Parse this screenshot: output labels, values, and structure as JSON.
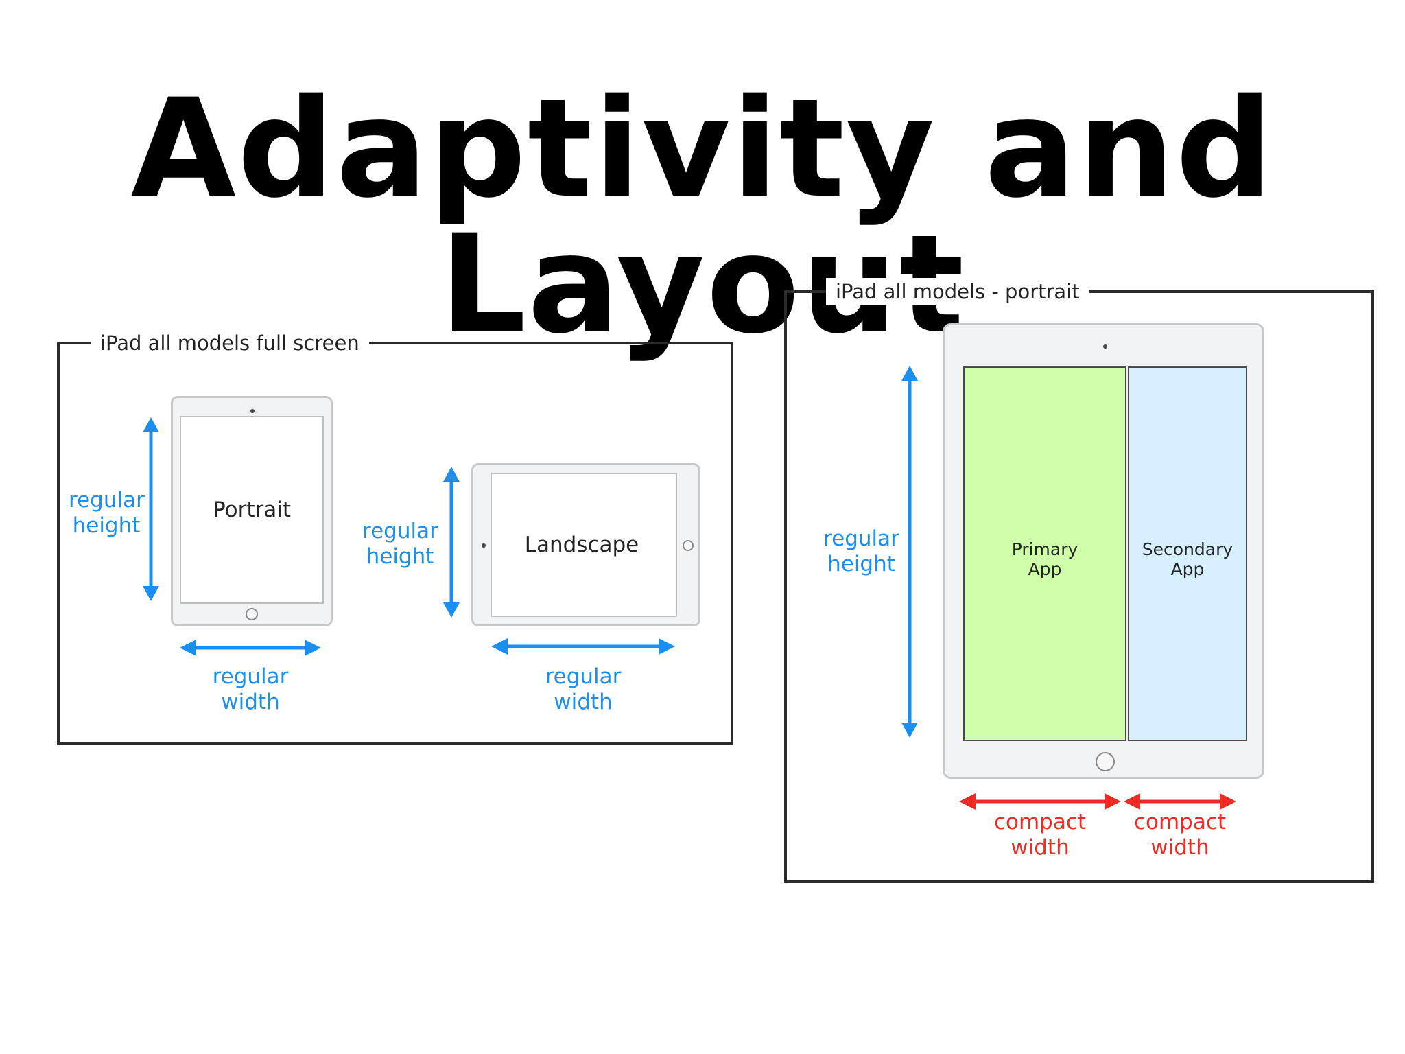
{
  "slide": {
    "title": "Adaptivity and Layout"
  },
  "colors": {
    "regular": "#1a8ff0",
    "compact": "#ee2a24",
    "primary_app_fill": "#cfffa9",
    "secondary_app_fill": "#d6f0ff"
  },
  "full_screen_panel": {
    "caption": "iPad all models full screen",
    "portrait": {
      "screen_label": "Portrait",
      "height_label_line1": "regular",
      "height_label_line2": "height",
      "width_label_line1": "regular",
      "width_label_line2": "width"
    },
    "landscape": {
      "screen_label": "Landscape",
      "height_label_line1": "regular",
      "height_label_line2": "height",
      "width_label_line1": "regular",
      "width_label_line2": "width"
    }
  },
  "split_panel": {
    "caption": "iPad all models - portrait",
    "height_label_line1": "regular",
    "height_label_line2": "height",
    "primary_app": {
      "line1": "Primary",
      "line2": "App",
      "width_line1": "compact",
      "width_line2": "width"
    },
    "secondary_app": {
      "line1": "Secondary",
      "line2": "App",
      "width_line1": "compact",
      "width_line2": "width"
    }
  }
}
